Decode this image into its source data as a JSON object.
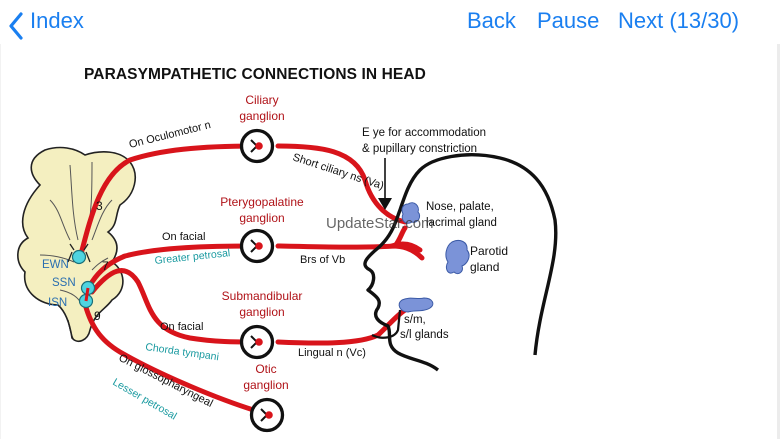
{
  "nav": {
    "index_label": "Index",
    "back_label": "Back",
    "pause_label": "Pause",
    "next_label": "Next (13/30)",
    "accent_color": "#1a7ff0",
    "back_icon": "chevron-left-icon"
  },
  "diagram": {
    "title": "PARASYMPATHETIC CONNECTIONS IN HEAD",
    "watermark": "UpdateStar.com",
    "ganglia": {
      "ciliary": [
        "Ciliary",
        "ganglion"
      ],
      "pterygopalatine": [
        "Pterygopalatine",
        "ganglion"
      ],
      "submandibular": [
        "Submandibular",
        "ganglion"
      ],
      "otic": [
        "Otic",
        "ganglion"
      ]
    },
    "nerves": {
      "oculomotor": "On Oculomotor n",
      "short_ciliary": "Short ciliary ns (Va)",
      "on_facial_1": "On facial",
      "greater_petrosal": "Greater petrosal",
      "brs_vb": "Brs of Vb",
      "on_facial_2": "On facial",
      "chorda_tympani": "Chorda tympani",
      "lingual": "Lingual n (Vc)",
      "glossopharyngeal": "On glossopharyngeal",
      "lesser_petrosal": "Lesser petrosal"
    },
    "nuclei": {
      "ewn": "EWN",
      "ssn": "SSN",
      "isn": "ISN",
      "n3": "3",
      "n7": "7",
      "n9": "9"
    },
    "targets": {
      "eye": [
        "E ye for accommodation",
        "& pupillary constriction"
      ],
      "nose": [
        "Nose, palate,",
        "lacrimal gland"
      ],
      "parotid": [
        "Parotid",
        "gland"
      ],
      "sm_sl": [
        "s/m,",
        "s/l glands"
      ]
    },
    "colors": {
      "nerve": "#d8141b",
      "label_red": "#b01218",
      "label_teal": "#1a9aa0",
      "nucleus": "#4fd4e0",
      "gland": "#7b93d8",
      "brainstem": "#f4efc0"
    }
  }
}
